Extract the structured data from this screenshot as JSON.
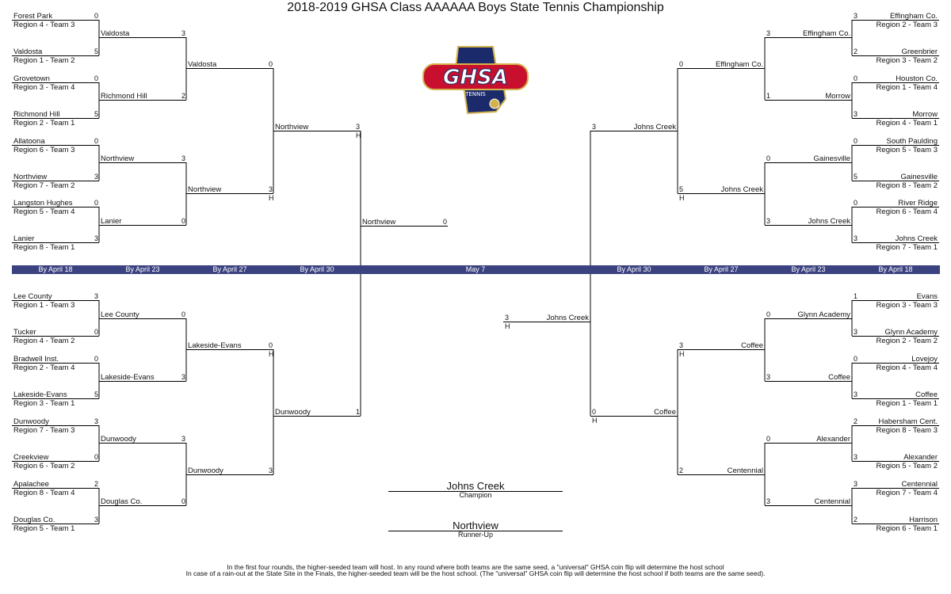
{
  "title": "2018-2019 GHSA Class AAAAAA Boys State Tennis Championship",
  "logo": {
    "text": "GHSA",
    "sub": "TENNIS",
    "colors": {
      "navy": "#1b2a6b",
      "red": "#c8102e",
      "gold": "#d4b24c"
    }
  },
  "band": {
    "color": "#3b4280",
    "labels": [
      "By April 18",
      "By April 23",
      "By April 27",
      "By April 30",
      "May 7",
      "By April 30",
      "By April 27",
      "By April 23",
      "By April 18"
    ]
  },
  "r1": [
    {
      "name": "Forest Park",
      "seed": "Region 4 - Team 3",
      "score": "0"
    },
    {
      "name": "Valdosta",
      "seed": "Region 1 - Team 2",
      "score": "5"
    },
    {
      "name": "Grovetown",
      "seed": "Region 3 - Team 4",
      "score": "0"
    },
    {
      "name": "Richmond Hill",
      "seed": "Region 2 - Team 1",
      "score": "5"
    },
    {
      "name": "Allatoona",
      "seed": "Region 6 - Team 3",
      "score": "0"
    },
    {
      "name": "Northview",
      "seed": "Region 7 - Team 2",
      "score": "3"
    },
    {
      "name": "Langston Hughes",
      "seed": "Region 5 - Team 4",
      "score": "0"
    },
    {
      "name": "Lanier",
      "seed": "Region 8 - Team 1",
      "score": "3"
    },
    {
      "name": "Lee County",
      "seed": "Region 1 - Team 3",
      "score": "3"
    },
    {
      "name": "Tucker",
      "seed": "Region 4 - Team 2",
      "score": "0"
    },
    {
      "name": "Bradwell Inst.",
      "seed": "Region 2 - Team 4",
      "score": "0"
    },
    {
      "name": "Lakeside-Evans",
      "seed": "Region 3 - Team 1",
      "score": "5"
    },
    {
      "name": "Dunwoody",
      "seed": "Region 7 - Team 3",
      "score": "3"
    },
    {
      "name": "Creekview",
      "seed": "Region 6 - Team 2",
      "score": "0"
    },
    {
      "name": "Apalachee",
      "seed": "Region 8 - Team 4",
      "score": "2"
    },
    {
      "name": "Douglas Co.",
      "seed": "Region 5 - Team 1",
      "score": "3"
    },
    {
      "name": "Effingham Co.",
      "seed": "Region 2 - Team 3",
      "score": "3"
    },
    {
      "name": "Greenbrier",
      "seed": "Region 3 - Team 2",
      "score": "2"
    },
    {
      "name": "Houston Co.",
      "seed": "Region 1 - Team 4",
      "score": "0"
    },
    {
      "name": "Morrow",
      "seed": "Region 4 - Team 1",
      "score": "3"
    },
    {
      "name": "South Paulding",
      "seed": "Region 5 - Team 3",
      "score": "0"
    },
    {
      "name": "Gainesville",
      "seed": "Region 8 - Team 2",
      "score": "5"
    },
    {
      "name": "River Ridge",
      "seed": "Region 6 - Team 4",
      "score": "0"
    },
    {
      "name": "Johns Creek",
      "seed": "Region 7 - Team 1",
      "score": "3"
    },
    {
      "name": "Evans",
      "seed": "Region 3 - Team 3",
      "score": "1"
    },
    {
      "name": "Glynn Academy",
      "seed": "Region 2 - Team 2",
      "score": "3"
    },
    {
      "name": "Lovejoy",
      "seed": "Region 4 - Team 4",
      "score": "0"
    },
    {
      "name": "Coffee",
      "seed": "Region 1 - Team 1",
      "score": "3"
    },
    {
      "name": "Habersham Cent.",
      "seed": "Region 8 - Team 3",
      "score": "2"
    },
    {
      "name": "Alexander",
      "seed": "Region 5 - Team 2",
      "score": "3"
    },
    {
      "name": "Centennial",
      "seed": "Region 7 - Team 4",
      "score": "3"
    },
    {
      "name": "Harrison",
      "seed": "Region 6 - Team 1",
      "score": "2"
    }
  ],
  "r2": [
    {
      "name": "Valdosta",
      "score": "3"
    },
    {
      "name": "Richmond Hill",
      "score": "2"
    },
    {
      "name": "Northview",
      "score": "3"
    },
    {
      "name": "Lanier",
      "score": "0"
    },
    {
      "name": "Lee County",
      "score": "0"
    },
    {
      "name": "Lakeside-Evans",
      "score": "3"
    },
    {
      "name": "Dunwoody",
      "score": "3"
    },
    {
      "name": "Douglas Co.",
      "score": "0"
    },
    {
      "name": "Effingham Co.",
      "score": "3"
    },
    {
      "name": "Morrow",
      "score": "1"
    },
    {
      "name": "Gainesville",
      "score": "0"
    },
    {
      "name": "Johns Creek",
      "score": "3"
    },
    {
      "name": "Glynn Academy",
      "score": "0"
    },
    {
      "name": "Coffee",
      "score": "3"
    },
    {
      "name": "Alexander",
      "score": "0"
    },
    {
      "name": "Centennial",
      "score": "3"
    }
  ],
  "r3": [
    {
      "name": "Valdosta",
      "score": "0"
    },
    {
      "name": "Northview",
      "score": "3",
      "host": "H"
    },
    {
      "name": "Lakeside-Evans",
      "score": "0",
      "host": "H"
    },
    {
      "name": "Dunwoody",
      "score": "3"
    },
    {
      "name": "Effingham Co.",
      "score": "0"
    },
    {
      "name": "Johns Creek",
      "score": "5",
      "host": "H"
    },
    {
      "name": "Coffee",
      "score": "3",
      "host": "H"
    },
    {
      "name": "Centennial",
      "score": "2"
    }
  ],
  "r4": [
    {
      "name": "Northview",
      "score": "3",
      "host": "H"
    },
    {
      "name": "Dunwoody",
      "score": "1"
    },
    {
      "name": "Johns Creek",
      "score": "3"
    },
    {
      "name": "Coffee",
      "score": "0",
      "host": "H"
    }
  ],
  "final": [
    {
      "name": "Northview",
      "score": "0"
    },
    {
      "name": "Johns Creek",
      "score": "3",
      "host": "H"
    }
  ],
  "champion": {
    "name": "Johns Creek",
    "label": "Champion"
  },
  "runner_up": {
    "name": "Northview",
    "label": "Runner-Up"
  },
  "footnotes": [
    "In the first four rounds, the higher-seeded team will host. In any round where both teams are the same seed, a \"universal\" GHSA coin flip will determine the host school",
    "In case of a rain-out at the State Site in the Finals, the higher-seeded team will be the host school. (The \"universal\" GHSA coin flip will determine the host school if both teams are the same seed)."
  ]
}
